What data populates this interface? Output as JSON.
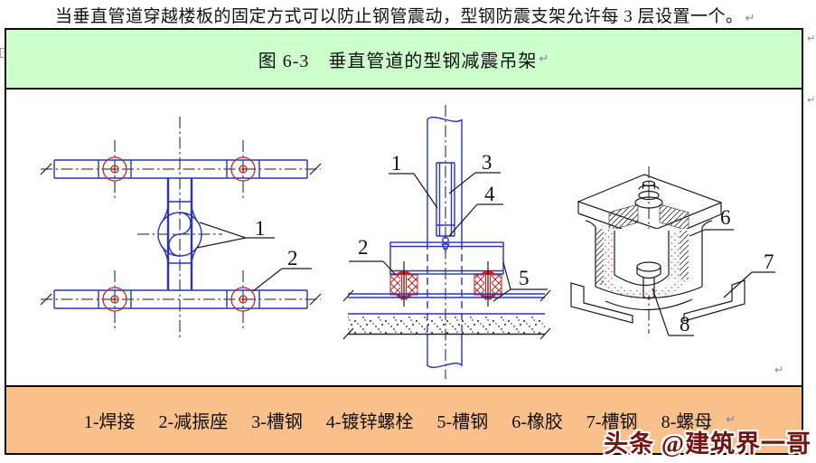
{
  "page": {
    "intro_text": "当垂直管道穿越楼板的固定方式可以防止钢管震动，型钢防震支架允许每 3 层设置一个。",
    "paragraph_mark": "↵",
    "table_handle_glyph": "+"
  },
  "figure": {
    "title": "图 6-3　垂直管道的型钢减震吊架",
    "legend_items": [
      "1-焊接",
      "2-减振座",
      "3-槽钢",
      "4-镀锌螺栓",
      "5-槽钢",
      "6-橡胶",
      "7-槽钢",
      "8-螺母"
    ]
  },
  "diagrams": {
    "plan": {
      "labels": [
        "1",
        "2"
      ]
    },
    "section": {
      "labels": [
        "1",
        "2",
        "3",
        "4",
        "5"
      ]
    },
    "isolator": {
      "labels": [
        "6",
        "7",
        "8"
      ]
    }
  },
  "watermark": "头条 @建筑界一哥",
  "colors": {
    "banner_green": "#ccffcc",
    "banner_orange": "#fac08c",
    "steel_blue": "#2a34b8",
    "annotation_red": "#cc2222",
    "watermark_red": "#701512",
    "border_black": "#0a0a0a"
  }
}
